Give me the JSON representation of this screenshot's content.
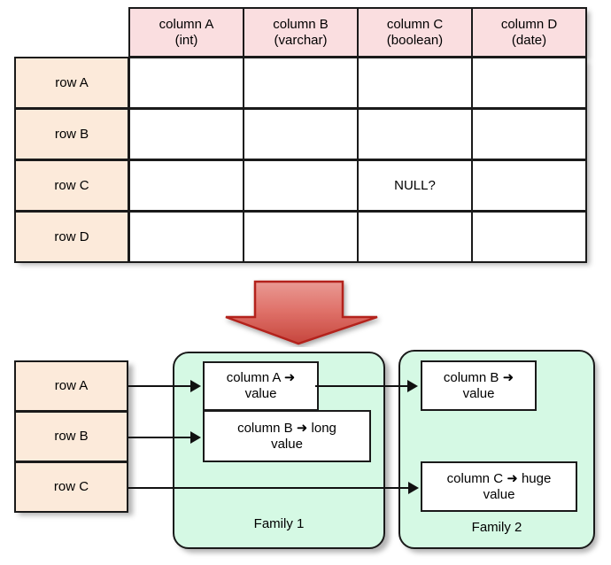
{
  "diagram": {
    "title_absent": true,
    "relational_table": {
      "corner_cell": "",
      "column_headers": [
        {
          "name": "column A",
          "type": "(int)"
        },
        {
          "name": "column B",
          "type": "(varchar)"
        },
        {
          "name": "column C",
          "type": "(boolean)"
        },
        {
          "name": "column D",
          "type": "(date)"
        }
      ],
      "row_headers": [
        "row A",
        "row B",
        "row C",
        "row D"
      ],
      "cells": [
        [
          "",
          "",
          "",
          ""
        ],
        [
          "",
          "",
          "",
          ""
        ],
        [
          "",
          "",
          "NULL?",
          ""
        ],
        [
          "",
          "",
          "",
          ""
        ]
      ],
      "header_fill": "#fadee0",
      "row_label_fill": "#fceada",
      "cell_fill": "#ffffff",
      "border_color": "#1a1a1a"
    },
    "transform_arrow": {
      "icon": "down-arrow-icon",
      "direction": "down",
      "fill_light": "#e98d86",
      "fill_dark": "#c94a42",
      "stroke": "#b3201a"
    },
    "column_store": {
      "row_keys": [
        "row A",
        "row B",
        "row C"
      ],
      "row_key_fill": "#fceada",
      "families": [
        {
          "label": "Family 1",
          "fill": "#d5f9e4",
          "entries": [
            {
              "key": "column A",
              "arrow": "➜",
              "value": "value"
            },
            {
              "key": "column B",
              "arrow": "➜",
              "value": "long value"
            }
          ]
        },
        {
          "label": "Family 2",
          "fill": "#d5f9e4",
          "entries": [
            {
              "key": "column B",
              "arrow": "➜",
              "value": "value"
            },
            {
              "key": "column C",
              "arrow": "➜",
              "value": "huge value"
            }
          ]
        }
      ],
      "connections": [
        {
          "from": "row A",
          "to": "Family 1 / column A ➜ value"
        },
        {
          "from": "row B",
          "to": "Family 1 / column B ➜ long value"
        },
        {
          "from": "Family 1 / column A ➜ value",
          "to": "Family 2 / column B ➜ value"
        },
        {
          "from": "row C",
          "to": "Family 2 / column C ➜ huge value"
        }
      ]
    }
  }
}
